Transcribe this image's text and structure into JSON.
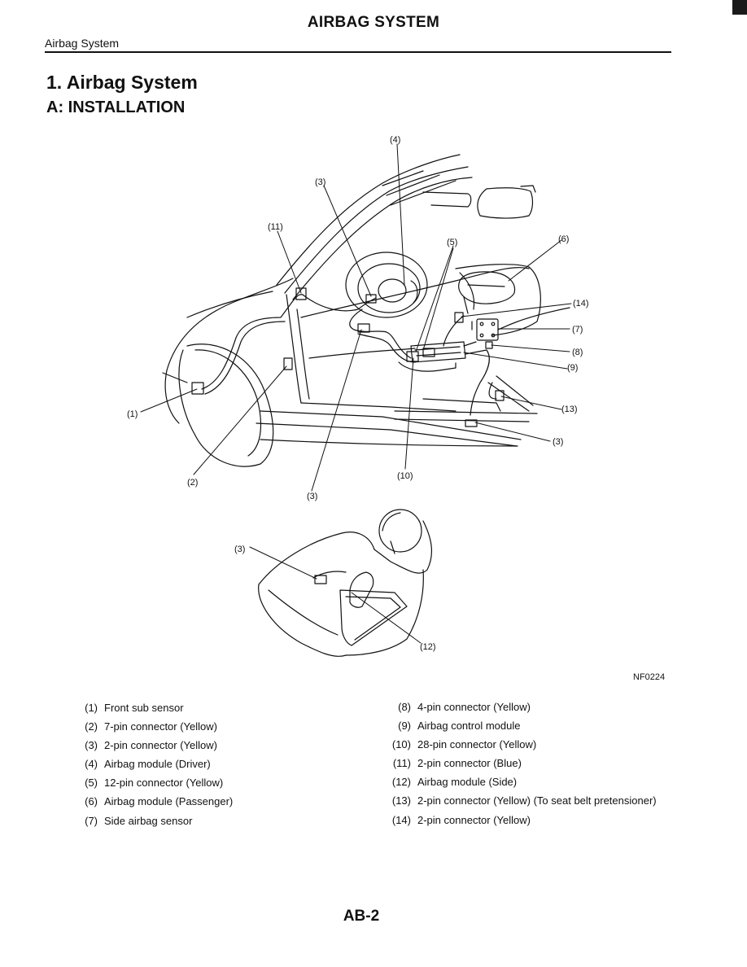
{
  "header": {
    "title": "AIRBAG SYSTEM",
    "subtitle": "Airbag System"
  },
  "section": {
    "title": "1. Airbag System",
    "subtitle": "A: INSTALLATION"
  },
  "figure": {
    "callouts": [
      "(1)",
      "(2)",
      "(3)",
      "(4)",
      "(5)",
      "(6)",
      "(7)",
      "(8)",
      "(9)",
      "(10)",
      "(11)",
      "(12)",
      "(13)",
      "(14)"
    ],
    "code": "NF0224"
  },
  "legend": {
    "left": [
      {
        "num": "(1)",
        "text": "Front sub sensor"
      },
      {
        "num": "(2)",
        "text": "7-pin connector (Yellow)"
      },
      {
        "num": "(3)",
        "text": "2-pin connector (Yellow)"
      },
      {
        "num": "(4)",
        "text": "Airbag module (Driver)"
      },
      {
        "num": "(5)",
        "text": "12-pin connector (Yellow)"
      },
      {
        "num": "(6)",
        "text": "Airbag module (Passenger)"
      },
      {
        "num": "(7)",
        "text": "Side airbag sensor"
      }
    ],
    "right": [
      {
        "num": "(8)",
        "text": "4-pin connector (Yellow)"
      },
      {
        "num": "(9)",
        "text": "Airbag control module"
      },
      {
        "num": "(10)",
        "text": "28-pin connector (Yellow)"
      },
      {
        "num": "(11)",
        "text": "2-pin connector (Blue)"
      },
      {
        "num": "(12)",
        "text": "Airbag module (Side)"
      },
      {
        "num": "(13)",
        "text": "2-pin connector (Yellow) (To seat belt pretensioner)"
      },
      {
        "num": "(14)",
        "text": "2-pin connector (Yellow)"
      }
    ]
  },
  "footer": {
    "page_number": "AB-2"
  }
}
